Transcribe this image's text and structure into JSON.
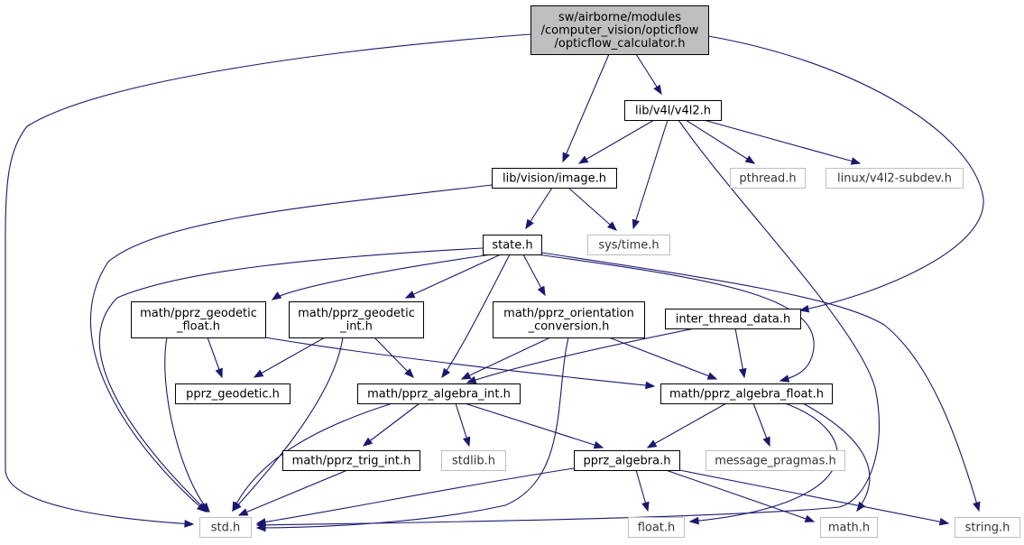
{
  "colors": {
    "edge": "#191970",
    "root_fill": "#bfbfbf",
    "node_border": "#000000",
    "external_border": "#bfbfbf",
    "background": "#ffffff"
  },
  "nodes": {
    "root": {
      "lines": [
        "sw/airborne/modules",
        "/computer_vision/opticflow",
        "/opticflow_calculator.h"
      ],
      "style": "root"
    },
    "v4l2": {
      "lines": [
        "lib/v4l/v4l2.h"
      ],
      "style": "normal"
    },
    "pthread": {
      "lines": [
        "pthread.h"
      ],
      "style": "external"
    },
    "v4l2subdev": {
      "lines": [
        "linux/v4l2-subdev.h"
      ],
      "style": "external"
    },
    "image": {
      "lines": [
        "lib/vision/image.h"
      ],
      "style": "normal"
    },
    "systime": {
      "lines": [
        "sys/time.h"
      ],
      "style": "external"
    },
    "state": {
      "lines": [
        "state.h"
      ],
      "style": "normal"
    },
    "geofloat": {
      "lines": [
        "math/pprz_geodetic",
        "_float.h"
      ],
      "style": "normal"
    },
    "geoint": {
      "lines": [
        "math/pprz_geodetic",
        "_int.h"
      ],
      "style": "normal"
    },
    "orient": {
      "lines": [
        "math/pprz_orientation",
        "_conversion.h"
      ],
      "style": "normal"
    },
    "interthread": {
      "lines": [
        "inter_thread_data.h"
      ],
      "style": "normal"
    },
    "geodetic": {
      "lines": [
        "pprz_geodetic.h"
      ],
      "style": "normal"
    },
    "algint": {
      "lines": [
        "math/pprz_algebra_int.h"
      ],
      "style": "normal"
    },
    "algfloat": {
      "lines": [
        "math/pprz_algebra_float.h"
      ],
      "style": "normal"
    },
    "trigint": {
      "lines": [
        "math/pprz_trig_int.h"
      ],
      "style": "normal"
    },
    "stdlib": {
      "lines": [
        "stdlib.h"
      ],
      "style": "external"
    },
    "algebra": {
      "lines": [
        "pprz_algebra.h"
      ],
      "style": "normal"
    },
    "msgpragmas": {
      "lines": [
        "message_pragmas.h"
      ],
      "style": "external"
    },
    "std": {
      "lines": [
        "std.h"
      ],
      "style": "external"
    },
    "floath": {
      "lines": [
        "float.h"
      ],
      "style": "external"
    },
    "mathh": {
      "lines": [
        "math.h"
      ],
      "style": "external"
    },
    "stringh": {
      "lines": [
        "string.h"
      ],
      "style": "external"
    }
  },
  "edges": [
    [
      "root",
      "v4l2"
    ],
    [
      "root",
      "image"
    ],
    [
      "root",
      "interthread"
    ],
    [
      "root",
      "std"
    ],
    [
      "v4l2",
      "image"
    ],
    [
      "v4l2",
      "pthread"
    ],
    [
      "v4l2",
      "v4l2subdev"
    ],
    [
      "v4l2",
      "systime"
    ],
    [
      "v4l2",
      "std"
    ],
    [
      "image",
      "state"
    ],
    [
      "image",
      "systime"
    ],
    [
      "image",
      "std"
    ],
    [
      "state",
      "geofloat"
    ],
    [
      "state",
      "geoint"
    ],
    [
      "state",
      "orient"
    ],
    [
      "state",
      "algint"
    ],
    [
      "state",
      "algfloat"
    ],
    [
      "state",
      "std"
    ],
    [
      "state",
      "stringh"
    ],
    [
      "geofloat",
      "geodetic"
    ],
    [
      "geofloat",
      "std"
    ],
    [
      "geofloat",
      "algfloat"
    ],
    [
      "geoint",
      "geodetic"
    ],
    [
      "geoint",
      "algint"
    ],
    [
      "geoint",
      "std"
    ],
    [
      "orient",
      "algint"
    ],
    [
      "orient",
      "algfloat"
    ],
    [
      "orient",
      "std"
    ],
    [
      "interthread",
      "algint"
    ],
    [
      "interthread",
      "algfloat"
    ],
    [
      "algint",
      "trigint"
    ],
    [
      "algint",
      "stdlib"
    ],
    [
      "algint",
      "algebra"
    ],
    [
      "algint",
      "std"
    ],
    [
      "algfloat",
      "algebra"
    ],
    [
      "algfloat",
      "msgpragmas"
    ],
    [
      "algfloat",
      "mathh"
    ],
    [
      "algfloat",
      "floath"
    ],
    [
      "trigint",
      "std"
    ],
    [
      "algebra",
      "std"
    ],
    [
      "algebra",
      "floath"
    ],
    [
      "algebra",
      "mathh"
    ],
    [
      "algebra",
      "stringh"
    ]
  ]
}
